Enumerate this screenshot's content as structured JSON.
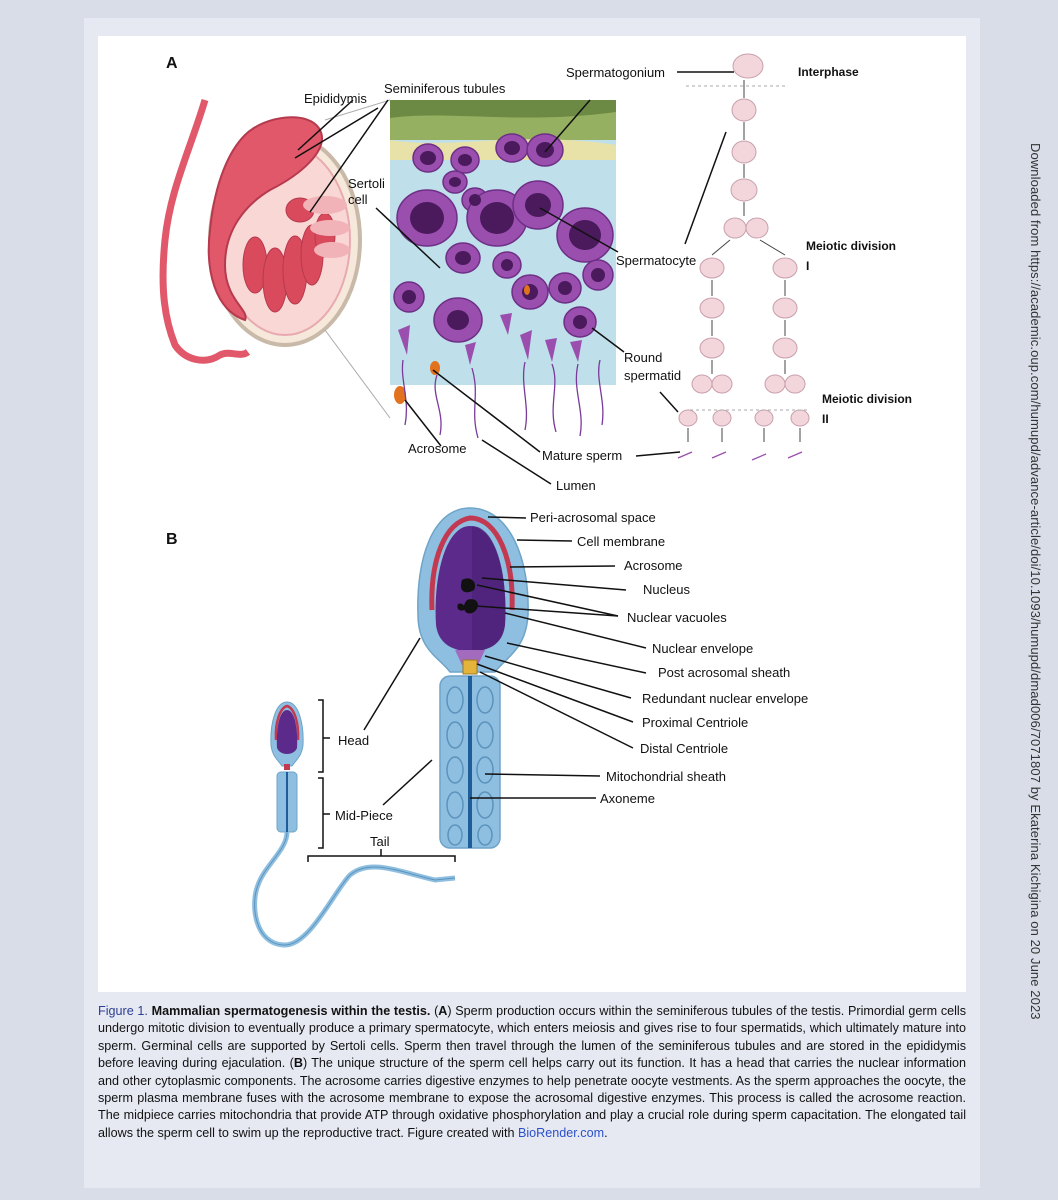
{
  "sidebar": {
    "download_note": "Downloaded from https://academic.oup.com/humupd/advance-article/doi/10.1093/humupd/dmad006/7071807 by Ekaterina Kichigina on 20 June 2023"
  },
  "panel_a": {
    "letter": "A",
    "labels": {
      "epididymis": "Epididymis",
      "seminiferous_tubules": "Seminiferous tubules",
      "sertoli_1": "Sertoli",
      "sertoli_2": "cell",
      "spermatogonium": "Spermatogonium",
      "spermatocyte": "Spermatocyte",
      "round_spermatid_1": "Round",
      "round_spermatid_2": "spermatid",
      "acrosome": "Acrosome",
      "mature_sperm": "Mature sperm",
      "lumen": "Lumen",
      "interphase": "Interphase",
      "meiotic_division_1_a": "Meiotic division",
      "meiotic_division_1_b": "I",
      "meiotic_division_2_a": "Meiotic division",
      "meiotic_division_2_b": "II"
    }
  },
  "panel_b": {
    "letter": "B",
    "labels": {
      "peri_acrosomal_space": "Peri-acrosomal space",
      "cell_membrane": "Cell membrane",
      "acrosome": "Acrosome",
      "nucleus": "Nucleus",
      "nuclear_vacuoles": "Nuclear vacuoles",
      "nuclear_envelope": "Nuclear envelope",
      "post_acrosomal_sheath": "Post acrosomal sheath",
      "redundant_nuclear_envelope": "Redundant nuclear envelope",
      "proximal_centriole": "Proximal Centriole",
      "distal_centriole": "Distal Centriole",
      "mitochondrial_sheath": "Mitochondrial sheath",
      "axoneme": "Axoneme",
      "head": "Head",
      "mid_piece": "Mid-Piece",
      "tail": "Tail"
    }
  },
  "caption": {
    "figure_label": "Figure 1.",
    "title": "Mammalian spermatogenesis within the testis.",
    "part_a_open": "(",
    "part_a_letter": "A",
    "part_a_text": ") Sperm production occurs within the seminiferous tubules of the testis. Primordial germ cells undergo mitotic division to eventually produce a primary spermatocyte, which enters meiosis and gives rise to four spermatids, which ultimately mature into sperm. Germinal cells are supported by Sertoli cells. Sperm then travel through the lumen of the seminiferous tubules and are stored in the epididymis before leaving during ejaculation.",
    "part_b_open": "(",
    "part_b_letter": "B",
    "part_b_text": ") The unique structure of the sperm cell helps carry out its function. It has a head that carries the nuclear information and other cytoplasmic components. The acrosome carries digestive enzymes to help penetrate oocyte vestments. As the sperm approaches the oocyte, the sperm plasma membrane fuses with the acrosome membrane to expose the acrosomal digestive enzymes. This process is called the acrosome reaction. The midpiece carries mitochondria that provide ATP through oxidative phosphorylation and play a crucial role during sperm capacitation. The elongated tail allows the sperm cell to swim up the reproductive tract. Figure created with",
    "link_text": "BioRender.com",
    "end": "."
  },
  "colors": {
    "testis_red": "#e0586a",
    "cell_purple": "#9a4fae",
    "nucleus_dark": "#4a1a5c",
    "membrane_blue": "#8fbfe0",
    "acrosome_red": "#c23a52",
    "caption_blue": "#2c3e91"
  }
}
